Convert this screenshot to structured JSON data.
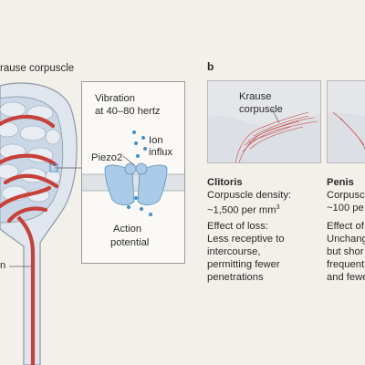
{
  "panel_a": {
    "title": "rause corpuscle",
    "inset": {
      "vibration_line1": "Vibration",
      "vibration_line2": "at 40–80 hertz",
      "ion_line1": "Ion",
      "ion_line2": "influx",
      "channel_label": "Piezo2",
      "action_line1": "Action",
      "action_line2": "potential"
    },
    "fiber_label": "n"
  },
  "panel_b": {
    "label": "b",
    "krause_label_line1": "Krause",
    "krause_label_line2": "corpuscle",
    "clitoris": {
      "heading": "Clitoris",
      "density_line1": "Corpuscle density:",
      "density_value": "~1,500 per mm",
      "density_sup": "3",
      "effect_heading": "Effect of loss:",
      "effect_lines": [
        "Less receptive to",
        "intercourse,",
        "permitting fewer",
        "penetrations"
      ]
    },
    "penis": {
      "heading": "Penis",
      "density_line1": "Corpusc",
      "density_value": "~100 pe",
      "effect_heading": "Effect of",
      "effect_lines": [
        "Unchang",
        "but shor",
        "frequent",
        "and fewe"
      ]
    }
  },
  "colors": {
    "background": "#f3efe9",
    "axon_red": "#c8403a",
    "capsule_blue": "#c9d7e6",
    "piezo_blue": "#a9cbe8",
    "ion_dot": "#3f8fc7"
  }
}
